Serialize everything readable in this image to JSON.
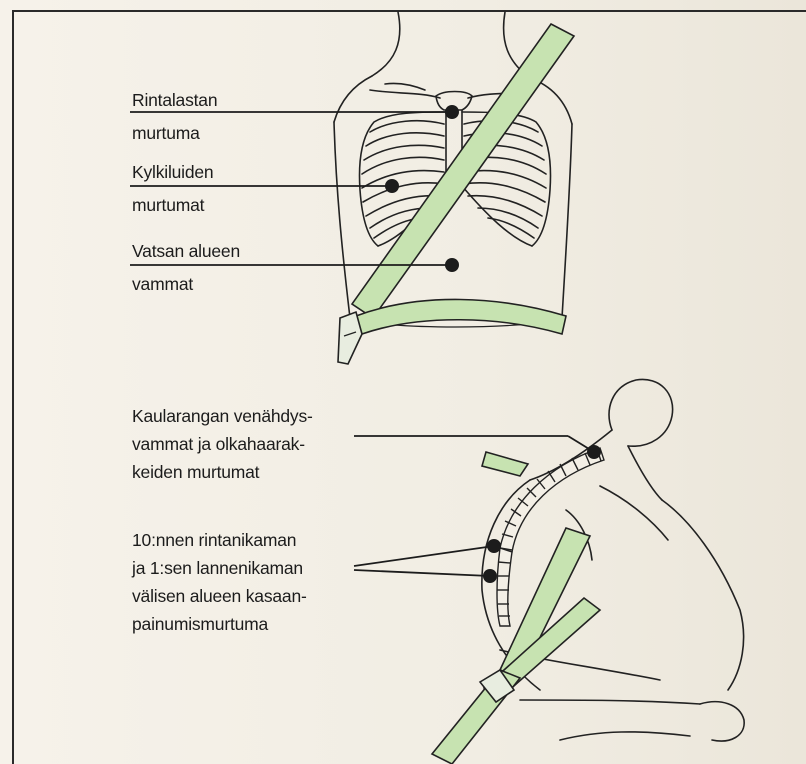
{
  "top_figure": {
    "labels": [
      {
        "line1": "Rintalastan",
        "line2": "murtuma"
      },
      {
        "line1": "Kylkiluiden",
        "line2": "murtumat"
      },
      {
        "line1": "Vatsan alueen",
        "line2": "vammat"
      }
    ]
  },
  "bottom_figure": {
    "labels": [
      {
        "lines": [
          "Kaularangan venähdys-",
          "vammat ja olkahaarak-",
          "keiden murtumat"
        ]
      },
      {
        "lines": [
          "10:nnen rintanikaman",
          "ja 1:sen lannenikaman",
          "välisen alueen kasaan-",
          "painumismurtuma"
        ]
      }
    ]
  },
  "colors": {
    "belt": "#c7e3b1",
    "ink": "#1c1c1c",
    "paper": "#f3efe6"
  }
}
